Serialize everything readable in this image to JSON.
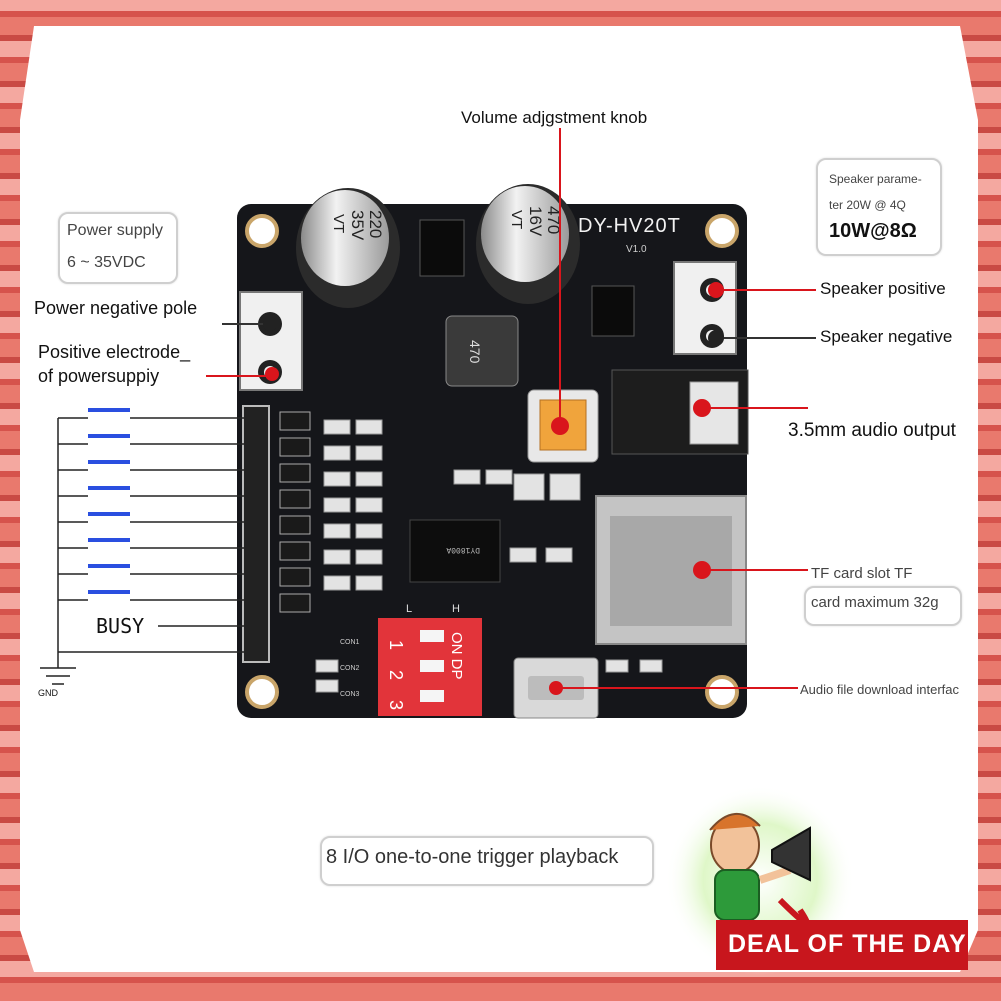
{
  "labels": {
    "volume": "Volume adjgstment knob",
    "power_supply_line1": "Power supply",
    "power_supply_line2": "6 ~ 35VDC",
    "power_negative": "Power negative pole",
    "positive_electrode_line1": "Positive electrode_",
    "positive_electrode_line2": "of powersuppiy",
    "speaker_param_line1": "Speaker parame-",
    "speaker_param_line2": "ter 20W @ 4Q",
    "speaker_param_line3": "10W@8Ω",
    "speaker_positive": "Speaker positive",
    "speaker_negative": "Speaker negative",
    "audio_output": "3.5mm audio output",
    "tf_line1": "TF card slot TF",
    "tf_line2": "card maximum 32g",
    "download": "Audio file download interfac",
    "busy": "BUSY",
    "gnd": "GND",
    "bottom_caption": "8 I/O one-to-one trigger playback",
    "badge": "DEAL OF THE DAY"
  },
  "board": {
    "model": "DY-HV20T",
    "version": "V1.0",
    "cap1_line1": "220",
    "cap1_line2": "35V",
    "cap1_line3": "VT",
    "cap2_line1": "470",
    "cap2_line2": "16V",
    "cap2_line3": "VT",
    "inductor": "470",
    "chip": "DY1800A",
    "dip_label": "ON DP",
    "dip_1": "1",
    "dip_2": "2",
    "dip_3": "3",
    "dip_low": "L",
    "dip_high": "H",
    "con1": "CON1",
    "con2": "CON2",
    "con3": "CON3"
  },
  "colors": {
    "pcb": "#15161a",
    "pointer": "#d9151c",
    "button_blue": "#2a4fe0",
    "dip_red": "#e2343a",
    "badge_red": "#c8161d"
  }
}
